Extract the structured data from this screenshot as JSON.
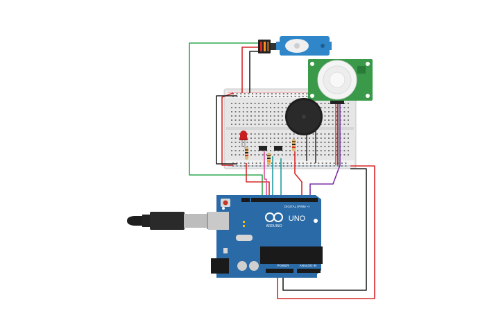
{
  "colors": {
    "wire_green": "#2fa84f",
    "wire_red": "#d62828",
    "wire_black": "#222222",
    "wire_purple": "#7b2ea8",
    "wire_teal": "#1f9d9d",
    "wire_pink": "#d94f9c",
    "arduino_blue": "#2a6aa6",
    "breadboard": "#e8e8e8",
    "pir_green": "#3a9a4a",
    "servo_blue": "#2f86c8"
  },
  "arduino": {
    "brand": "ARDUINO",
    "model": "UNO",
    "digital_label": "DIGITAL (PWM ~)",
    "power_label": "POWER",
    "analog_label": "ANALOG IN"
  },
  "components": [
    "breadboard",
    "arduino-uno",
    "servo",
    "pir-sensor",
    "piezo-buzzer",
    "red-led",
    "resistor",
    "usb-cable"
  ]
}
